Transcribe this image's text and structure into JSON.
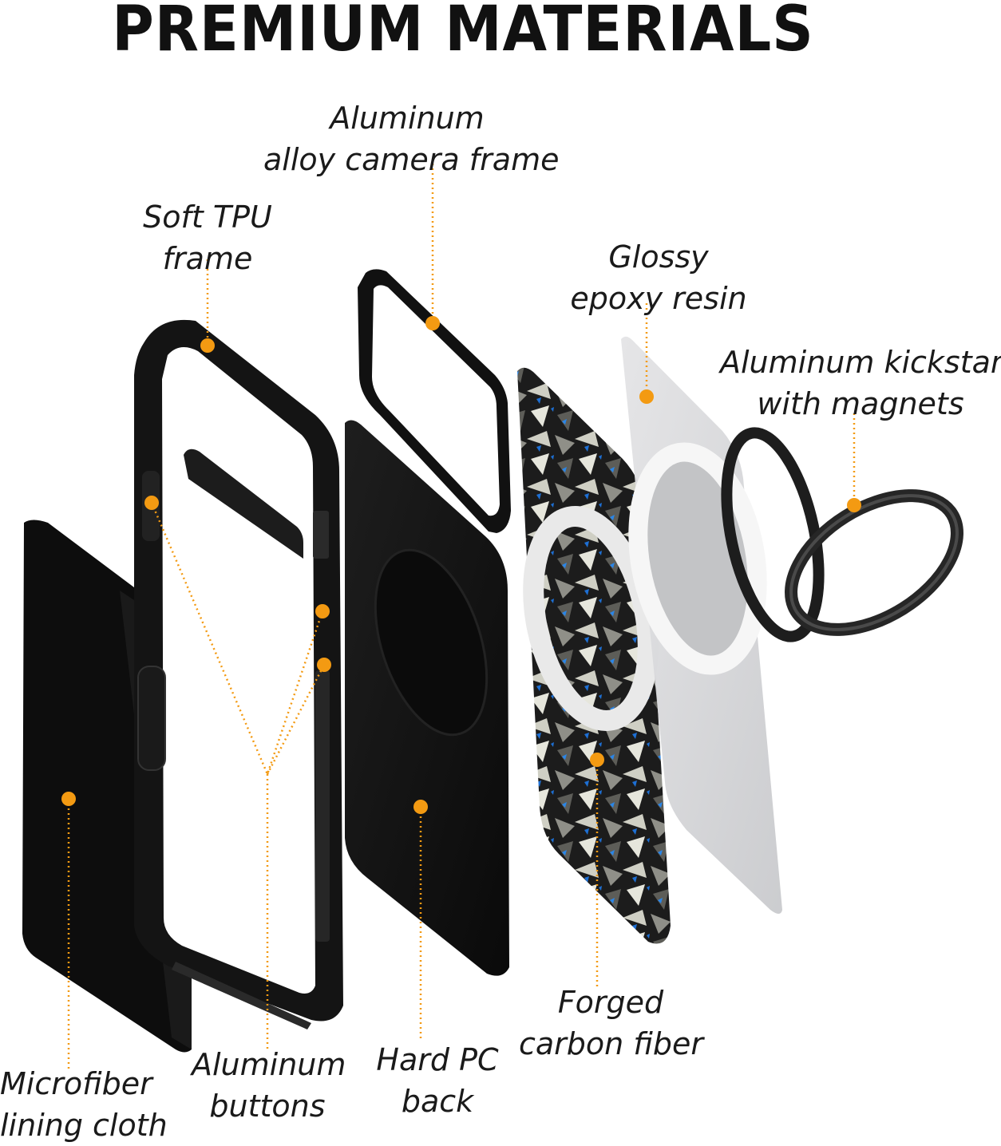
{
  "title": "PREMIUM MATERIALS",
  "accent_color": "#f39a12",
  "callouts": [
    {
      "id": "aluminum-camera-frame",
      "lines": [
        "Aluminum",
        "alloy camera frame"
      ]
    },
    {
      "id": "soft-tpu-frame",
      "lines": [
        "Soft TPU",
        "frame"
      ]
    },
    {
      "id": "glossy-epoxy-resin",
      "lines": [
        "Glossy",
        "epoxy resin"
      ]
    },
    {
      "id": "aluminum-kickstand",
      "lines": [
        "Aluminum kickstand",
        "with magnets"
      ]
    },
    {
      "id": "forged-carbon-fiber",
      "lines": [
        "Forged",
        "carbon fiber"
      ]
    },
    {
      "id": "hard-pc-back",
      "lines": [
        "Hard PC",
        "back"
      ]
    },
    {
      "id": "aluminum-buttons",
      "lines": [
        "Aluminum",
        "buttons"
      ]
    },
    {
      "id": "microfiber-lining",
      "lines": [
        "Microfiber",
        "lining cloth"
      ]
    }
  ]
}
